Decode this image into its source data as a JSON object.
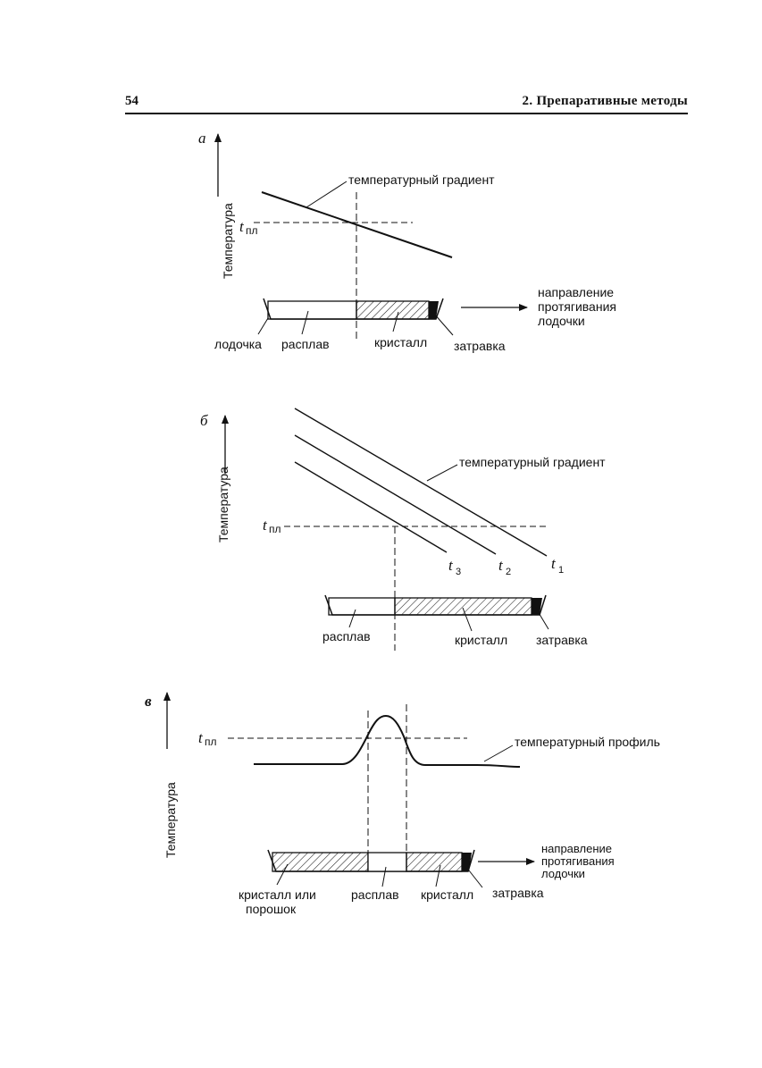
{
  "header": {
    "page_number": "54",
    "chapter_title": "2. Препаративные методы"
  },
  "panel_a": {
    "letter": "a",
    "axis_label": "Температура",
    "gradient_label": "температурный градиент",
    "tpl_symbol": "t",
    "tpl_subscript": "пл",
    "direction_lines": [
      "направление",
      "протягивания",
      "лодочки"
    ],
    "labels": {
      "boat": "лодочка",
      "melt": "расплав",
      "crystal": "кристалл",
      "seed": "затравка"
    }
  },
  "panel_b": {
    "letter": "б",
    "axis_label": "Температура",
    "gradient_label": "температурный градиент",
    "tpl_symbol": "t",
    "tpl_subscript": "пл",
    "time_labels": [
      {
        "t": "t",
        "sub": "3"
      },
      {
        "t": "t",
        "sub": "2"
      },
      {
        "t": "t",
        "sub": "1"
      }
    ],
    "labels": {
      "melt": "расплав",
      "crystal": "кристалл",
      "seed": "затравка"
    }
  },
  "panel_c": {
    "letter": "в",
    "axis_label": "Температура",
    "profile_label": "температурный профиль",
    "tpl_symbol": "t",
    "tpl_subscript": "пл",
    "direction_lines": [
      "направление",
      "протягивания",
      "лодочки"
    ],
    "labels": {
      "crystal_or_powder_line1": "кристалл или",
      "crystal_or_powder_line2": "порошок",
      "melt": "расплав",
      "crystal": "кристалл",
      "seed": "затравка"
    }
  },
  "colors": {
    "ink": "#111111",
    "hatch": "#222222",
    "paper": "#ffffff"
  }
}
